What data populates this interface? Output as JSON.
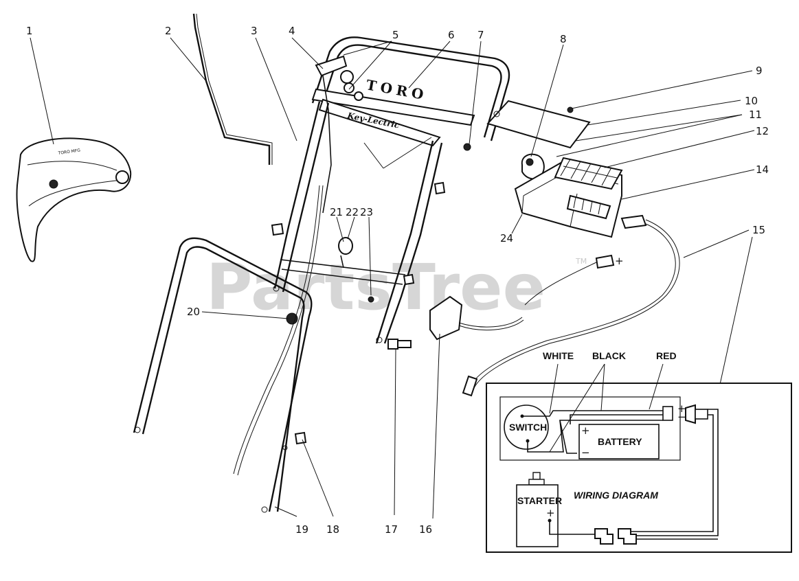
{
  "watermark": {
    "text": "PartsTree",
    "trademark": "TM"
  },
  "callouts": [
    {
      "id": "c1",
      "text": "1"
    },
    {
      "id": "c2",
      "text": "2"
    },
    {
      "id": "c3",
      "text": "3"
    },
    {
      "id": "c4",
      "text": "4"
    },
    {
      "id": "c5",
      "text": "5"
    },
    {
      "id": "c6",
      "text": "6"
    },
    {
      "id": "c7",
      "text": "7"
    },
    {
      "id": "c8",
      "text": "8"
    },
    {
      "id": "c9",
      "text": "9"
    },
    {
      "id": "c10",
      "text": "10"
    },
    {
      "id": "c11",
      "text": "11"
    },
    {
      "id": "c12",
      "text": "12"
    },
    {
      "id": "c14",
      "text": "14"
    },
    {
      "id": "c15",
      "text": "15"
    },
    {
      "id": "c16",
      "text": "16"
    },
    {
      "id": "c17",
      "text": "17"
    },
    {
      "id": "c18",
      "text": "18"
    },
    {
      "id": "c19",
      "text": "19"
    },
    {
      "id": "c20",
      "text": "20"
    },
    {
      "id": "c21",
      "text": "21"
    },
    {
      "id": "c22",
      "text": "22"
    },
    {
      "id": "c23",
      "text": "23"
    },
    {
      "id": "c24",
      "text": "24"
    }
  ],
  "handle_branding": {
    "brand": "TORO",
    "model": "Key-Lectric"
  },
  "wiring": {
    "wire_labels": {
      "white": "WHITE",
      "black": "BLACK",
      "red": "RED"
    },
    "switch": "SWITCH",
    "battery": "BATTERY",
    "starter": "STARTER",
    "title": "WIRING DIAGRAM",
    "plus": "+",
    "minus": "−"
  }
}
